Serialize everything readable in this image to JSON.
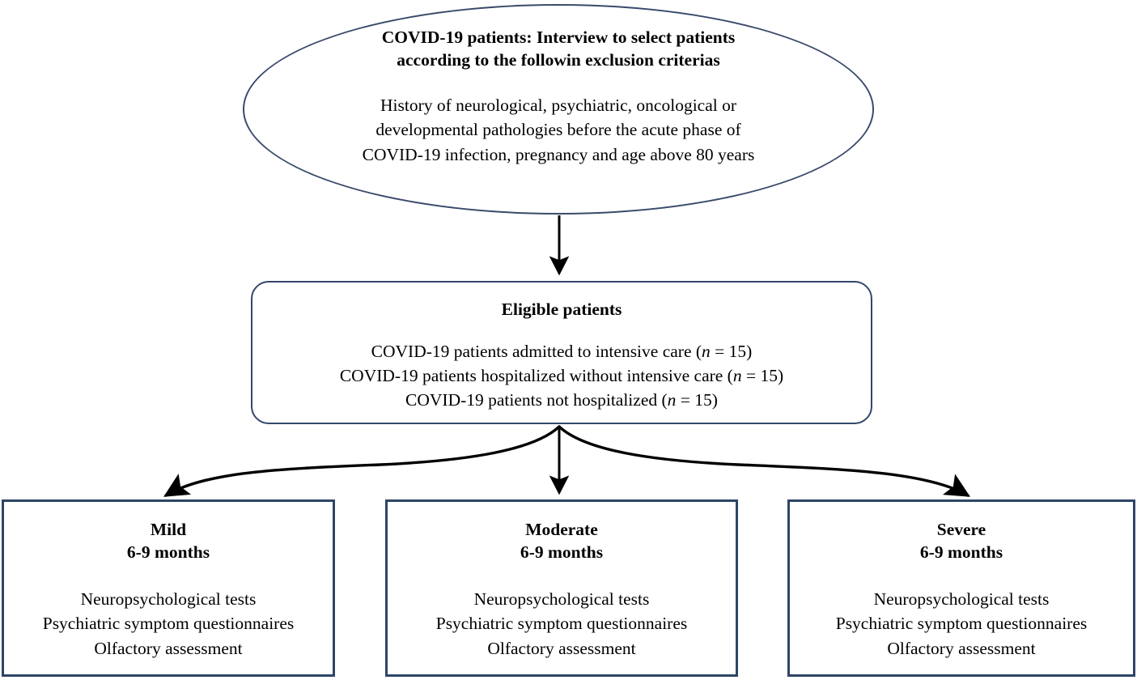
{
  "diagram": {
    "title": "COVID-19 patient study flowchart",
    "colors": {
      "ellipse_border": "#3a4a6b",
      "rounded_box_border": "#32486a",
      "rect_box_border": "#2e4566",
      "arrow": "#000000",
      "background": "#ffffff",
      "text": "#000000"
    }
  },
  "nodes": {
    "screening": {
      "shape": "ellipse",
      "title_lines": [
        "COVID-19 patients: Interview to select patients",
        "according to the followin exclusion criterias"
      ],
      "body_lines": [
        "History of neurological, psychiatric, oncological or",
        "developmental pathologies before the acute phase of",
        "COVID-19 infection, pregnancy and age above 80 years"
      ]
    },
    "eligible": {
      "shape": "rounded-rectangle",
      "title": "Eligible patients",
      "body_lines": [
        {
          "prefix": "COVID-19 patients admitted to intensive care (",
          "nvar": "n",
          "suffix": " = 15)"
        },
        {
          "prefix": "COVID-19 patients hospitalized without intensive care (",
          "nvar": "n",
          "suffix": " = 15)"
        },
        {
          "prefix": "COVID-19 patients not hospitalized (",
          "nvar": "n",
          "suffix": " = 15)"
        }
      ]
    },
    "groups": [
      {
        "id": "mild",
        "shape": "rectangle",
        "title": "Mild",
        "subtitle": "6-9 months",
        "body_lines": [
          "Neuropsychological tests",
          "Psychiatric symptom questionnaires",
          "Olfactory assessment"
        ]
      },
      {
        "id": "moderate",
        "shape": "rectangle",
        "title": "Moderate",
        "subtitle": "6-9 months",
        "body_lines": [
          "Neuropsychological tests",
          "Psychiatric symptom questionnaires",
          "Olfactory assessment"
        ]
      },
      {
        "id": "severe",
        "shape": "rectangle",
        "title": "Severe",
        "subtitle": "6-9 months",
        "body_lines": [
          "Neuropsychological tests",
          "Psychiatric symptom questionnaires",
          "Olfactory assessment"
        ]
      }
    ]
  },
  "edges": [
    {
      "id": "screening-to-eligible",
      "from": "screening",
      "to": "eligible",
      "style": "straight-arrow"
    },
    {
      "id": "eligible-to-mild",
      "from": "eligible",
      "to": "mild",
      "style": "curved-arrow"
    },
    {
      "id": "eligible-to-moderate",
      "from": "eligible",
      "to": "moderate",
      "style": "straight-arrow"
    },
    {
      "id": "eligible-to-severe",
      "from": "eligible",
      "to": "severe",
      "style": "curved-arrow"
    }
  ]
}
